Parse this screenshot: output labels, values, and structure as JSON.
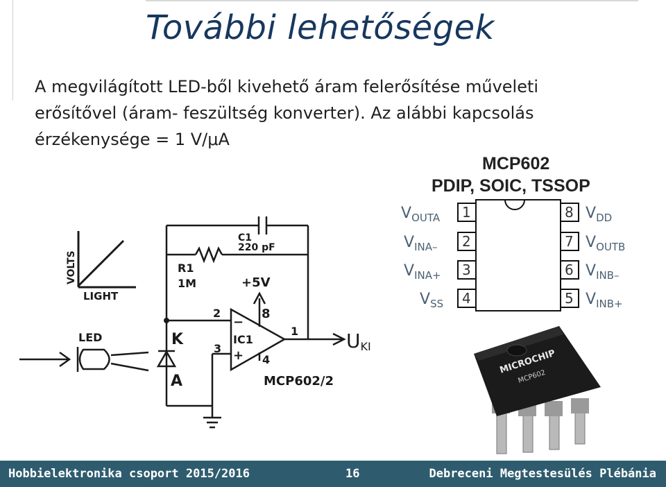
{
  "slide": {
    "title": "További lehetőségek",
    "body_lines": [
      "A megvilágított LED-ből kivehető áram felerősítése műveleti",
      "erősítővel (áram- feszültség konverter). Az alábbi kapcsolás",
      "érzékenysége = 1 V/μA"
    ]
  },
  "graph": {
    "ylabel": "VOLTS",
    "xlabel": "LIGHT"
  },
  "circuit": {
    "c1": "C1",
    "c1_value": "220 pF",
    "r1": "R1",
    "r1_value": "1M",
    "supply": "+5V",
    "pin2": "2",
    "pin3": "3",
    "pin8": "8",
    "pin1": "1",
    "pin4": "4",
    "minus": "−",
    "plus": "+",
    "ic": "IC1",
    "part": "MCP602/2",
    "led_label": "LED",
    "k": "K",
    "a": "A",
    "out": "U",
    "out_sub": "KI"
  },
  "pinout": {
    "title": "MCP602",
    "subtitle": "PDIP, SOIC, TSSOP",
    "left": [
      {
        "pin": "1",
        "name": "V",
        "sub": "OUTA"
      },
      {
        "pin": "2",
        "name": "V",
        "sub": "INA–"
      },
      {
        "pin": "3",
        "name": "V",
        "sub": "INA+"
      },
      {
        "pin": "4",
        "name": "V",
        "sub": "SS"
      }
    ],
    "right": [
      {
        "pin": "8",
        "name": "V",
        "sub": "DD"
      },
      {
        "pin": "7",
        "name": "V",
        "sub": "OUTB"
      },
      {
        "pin": "6",
        "name": "V",
        "sub": "INB–"
      },
      {
        "pin": "5",
        "name": "V",
        "sub": "INB+"
      }
    ]
  },
  "chip": {
    "brand": "MICROCHIP",
    "part": "MCP602"
  },
  "footer": {
    "left": "Hobbielektronika csoport 2015/2016",
    "page": "16",
    "right": "Debreceni Megtestesülés Plébánia"
  }
}
